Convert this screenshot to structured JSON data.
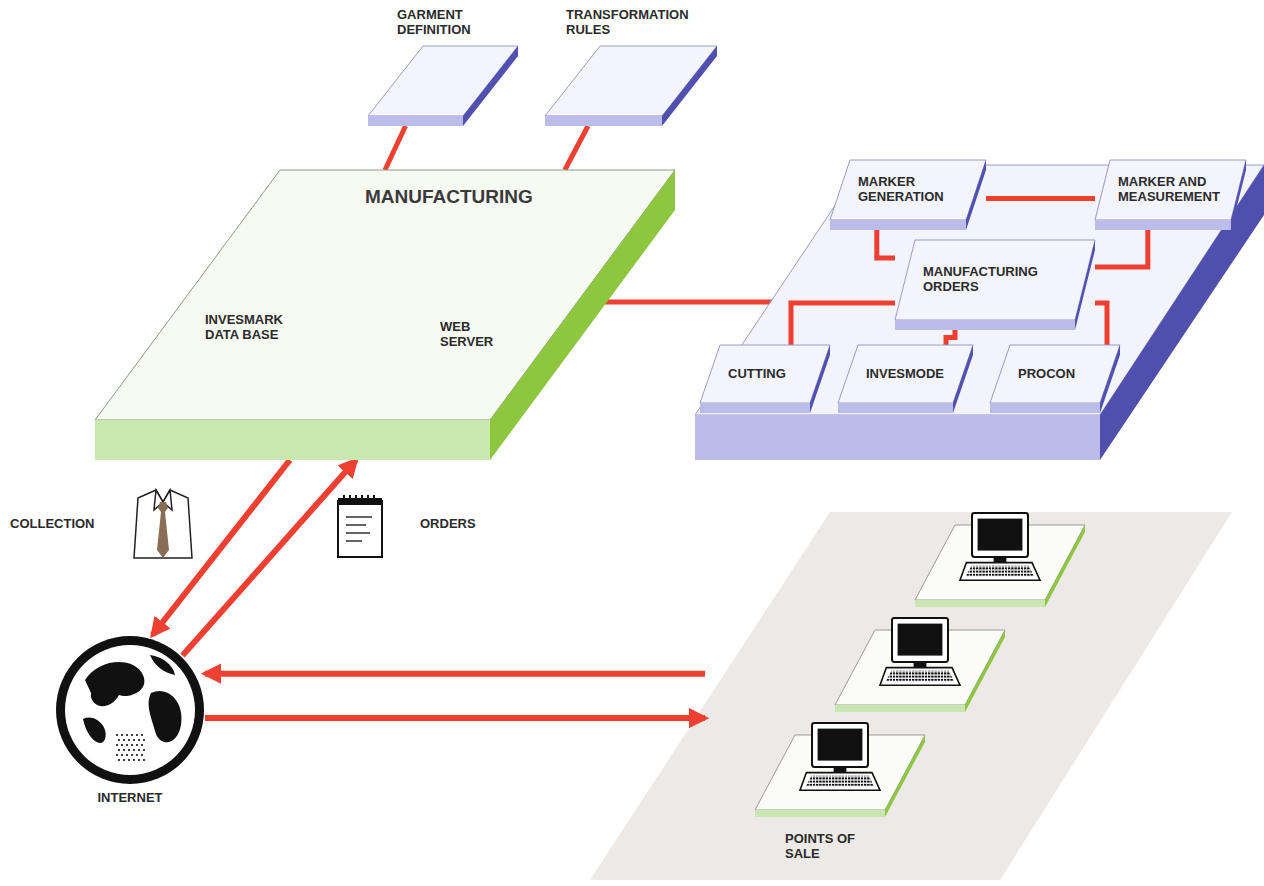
{
  "diagram": {
    "nodes": [
      {
        "text": [
          "GARMENT DEFINITION"
        ]
      },
      {
        "text": [
          "TRANSFORMATION RULES"
        ]
      },
      {
        "text": [
          "MANUFACTURING"
        ]
      },
      {
        "text": [
          "INVESMARK DATA BASE"
        ],
        "in": 2
      },
      {
        "text": [
          "WEB SERVER"
        ],
        "in": 2
      },
      {
        "text": [
          "MARKER GENERATION"
        ]
      },
      {
        "text": [
          "MARKER AND MEASUREMENT"
        ]
      },
      {
        "text": [
          "MANUFACTURING ORDERS"
        ]
      },
      {
        "text": [
          "CUTTING"
        ]
      },
      {
        "text": [
          "INVESMODE"
        ]
      },
      {
        "text": [
          "PROCON"
        ]
      },
      {
        "text": [
          "INTERNET"
        ]
      },
      {
        "text": [
          "POINTS OF SALE"
        ]
      }
    ],
    "edges": [
      {
        "from": 0,
        "to": 2,
        "arrow": "none"
      },
      {
        "from": 1,
        "to": 2,
        "arrow": "none"
      },
      {
        "from": 3,
        "to": 4,
        "arrow": "both"
      },
      {
        "from": 5,
        "to": 6,
        "arrow": "none"
      },
      {
        "from": 5,
        "to": 7,
        "arrow": "none"
      },
      {
        "from": 7,
        "to": 6,
        "arrow": "none"
      },
      {
        "from": 7,
        "to": 8,
        "arrow": "none"
      },
      {
        "from": 7,
        "to": 9,
        "arrow": "none"
      },
      {
        "from": 7,
        "to": 10,
        "arrow": "none"
      },
      {
        "from": 2,
        "to": 11,
        "arrow": "to"
      },
      {
        "from": 11,
        "to": 2,
        "arrow": "to"
      },
      {
        "from": 12,
        "to": 11,
        "arrow": "to"
      },
      {
        "from": 11,
        "to": 12,
        "arrow": "to"
      }
    ],
    "labels": [
      "COLLECTION",
      "ORDERS"
    ]
  }
}
